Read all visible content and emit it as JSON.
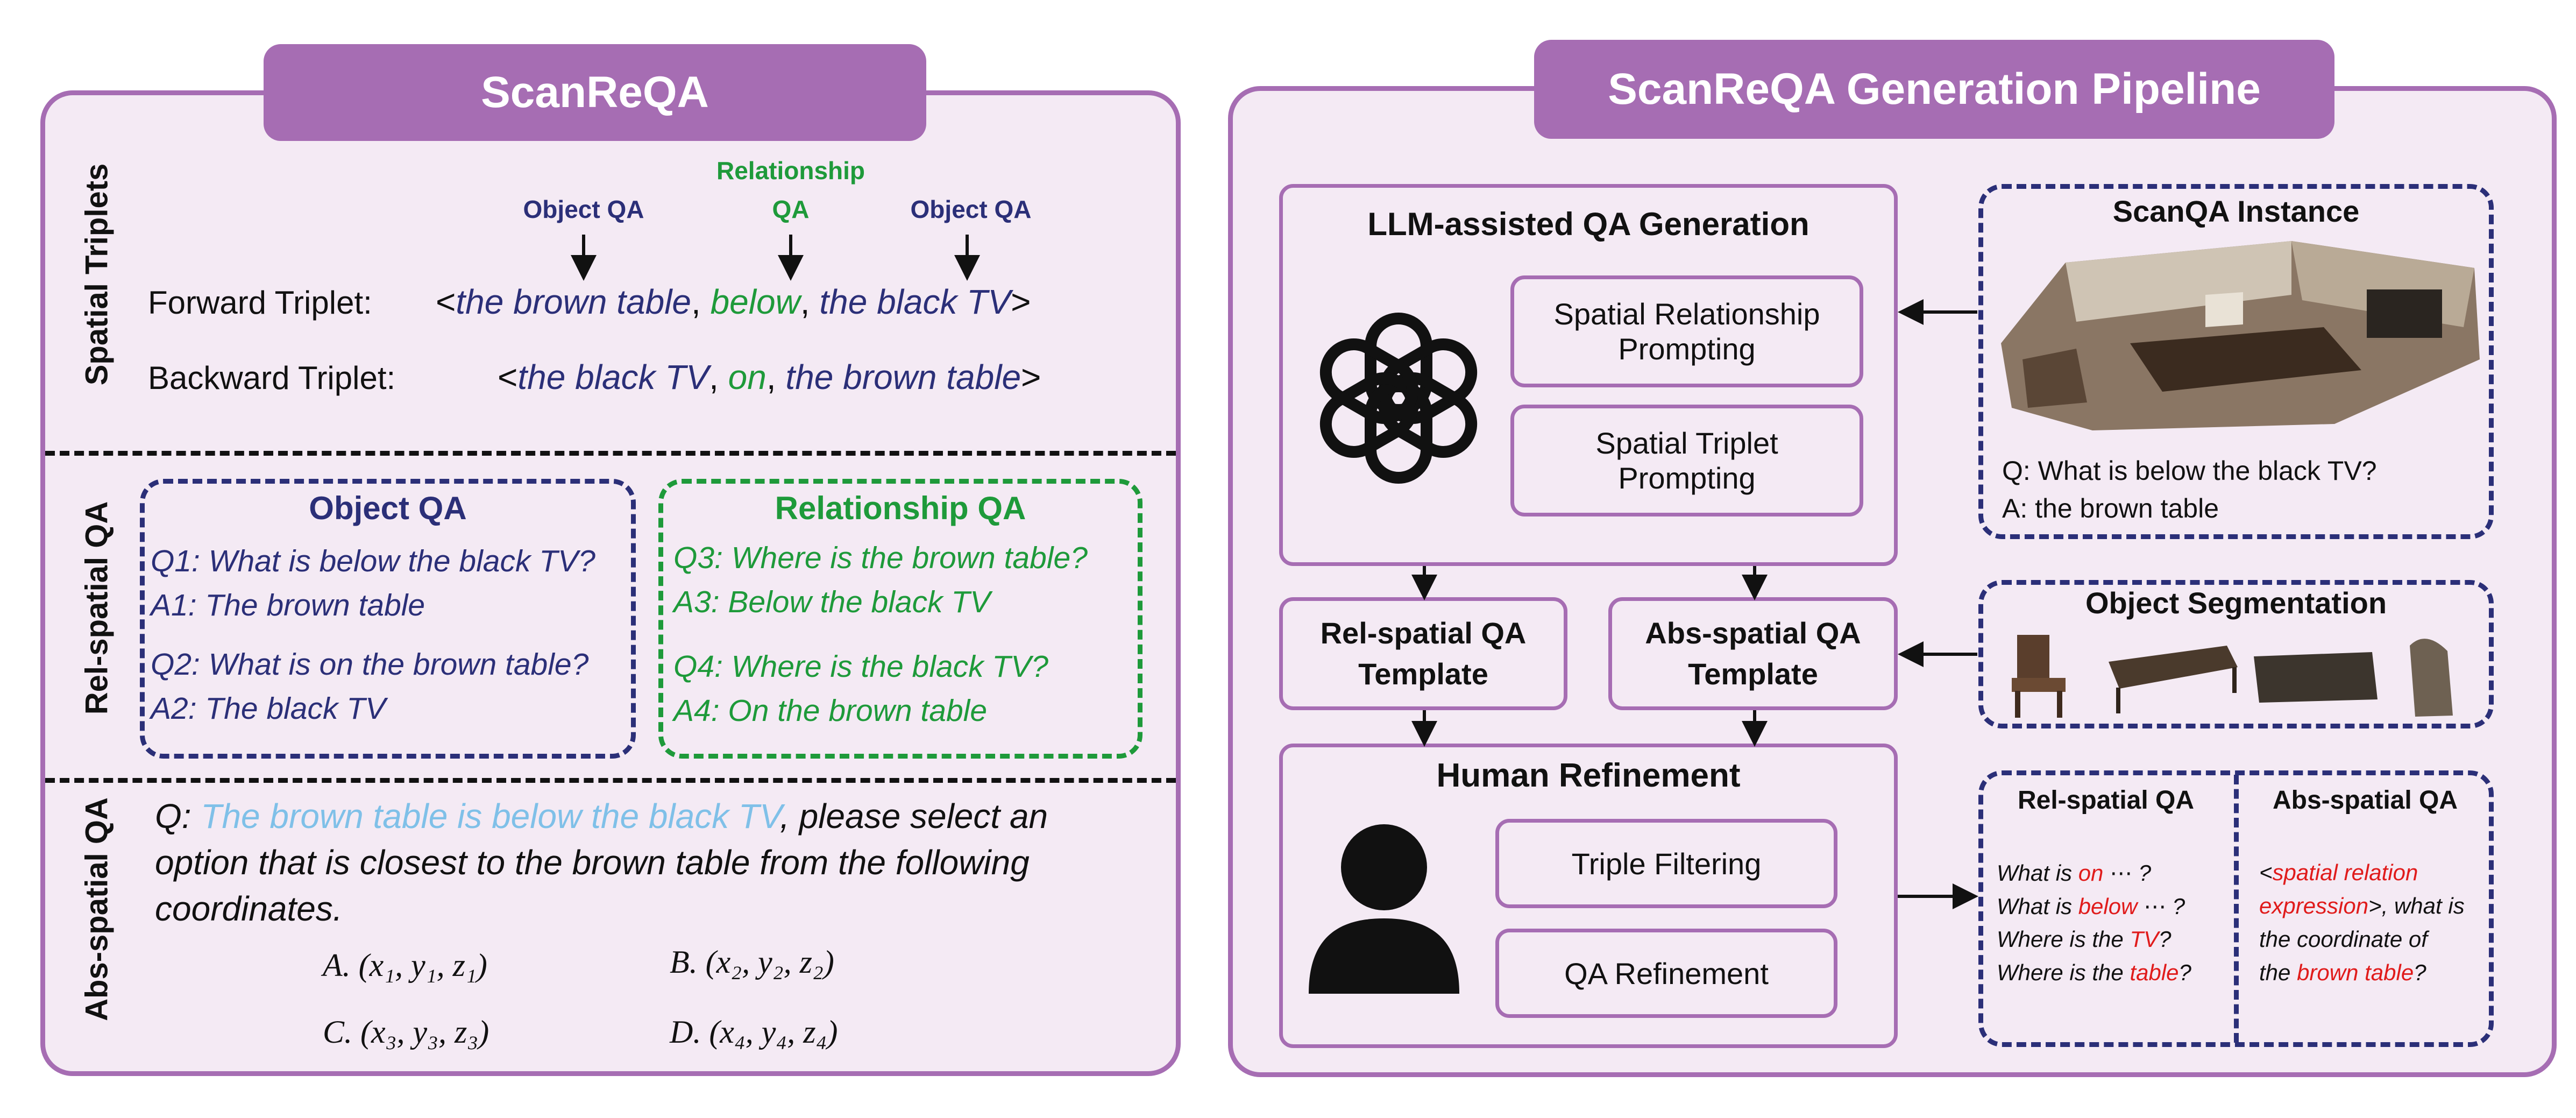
{
  "left_panel": {
    "title": "ScanReQA",
    "sections": {
      "spatial_triplets": "Spatial Triplets",
      "rel_spatial": "Rel-spatial QA",
      "abs_spatial": "Abs-spatial QA"
    },
    "triplets": {
      "object_qa_label": "Object QA",
      "relationship_qa_label_line1": "Relationship",
      "relationship_qa_label_line2": "QA",
      "forward_label": "Forward Triplet:",
      "forward_open": "<",
      "forward_subject": "the brown table",
      "forward_relation": "below",
      "forward_object": "the black TV",
      "forward_close": ">",
      "backward_label": "Backward Triplet:",
      "backward_subject": "the black TV",
      "backward_relation": "on",
      "backward_object": "the brown table",
      "comma": ","
    },
    "object_qa": {
      "title": "Object QA",
      "lines": [
        "Q1: What is below the black TV?",
        "A1: The brown table",
        "Q2: What is on the brown table?",
        "A2: The black TV"
      ]
    },
    "relationship_qa": {
      "title": "Relationship QA",
      "lines": [
        "Q3: Where is the brown table?",
        "A3: Below the black TV",
        "Q4: Where is the black TV?",
        "A4: On the brown table"
      ]
    },
    "abs_question": {
      "prefix": "Q: ",
      "highlight": "The brown table is below the black TV",
      "line1_rest": ", please select an",
      "line2": "option that is closest to the brown table from the following",
      "line3": "coordinates."
    },
    "options": {
      "a": "A. (x₁, y₁, z₁)",
      "b": "B. (x₂, y₂, z₂)",
      "c": "C. (x₃, y₃, z₃)",
      "d": "D. (x₄, y₄, z₄)"
    }
  },
  "right_panel": {
    "title": "ScanReQA Generation Pipeline",
    "llm_box": {
      "title": "LLM-assisted QA Generation",
      "prompt1": "Spatial Relationship Prompting",
      "prompt2": "Spatial Triplet Prompting"
    },
    "rel_template": "Rel-spatial QA Template",
    "abs_template": "Abs-spatial QA Template",
    "human_box": {
      "title": "Human Refinement",
      "step1": "Triple Filtering",
      "step2": "QA Refinement"
    },
    "scanqa": {
      "title": "ScanQA Instance",
      "q": "Q: What is below the black TV?",
      "a": "A: the brown table"
    },
    "segmentation": {
      "title": "Object Segmentation"
    },
    "templates_out": {
      "rel_title": "Rel-spatial QA",
      "abs_title": "Abs-spatial QA",
      "rel_lines": [
        {
          "pre": "What is ",
          "hl": "on",
          "post": " ⋯ ?"
        },
        {
          "pre": "What is ",
          "hl": "below",
          "post": " ⋯ ?"
        },
        {
          "pre": "Where is the ",
          "hl": "TV",
          "post": "?"
        },
        {
          "pre": "Where is the ",
          "hl": "table",
          "post": "?"
        }
      ],
      "abs_lines": {
        "l1_pre": "<",
        "l1_hl": "spatial relation",
        "l2_hl": "expression",
        "l2_post": ">, what is",
        "l3": "the coordinate of",
        "l4_pre": "the ",
        "l4_hl": "brown table",
        "l4_post": "?"
      }
    }
  },
  "colors": {
    "panel_border": "#a66db3",
    "panel_fill": "#f4eaf4",
    "navy": "#2b2f78",
    "green": "#1e9a3a",
    "light_blue": "#7fc0e8",
    "red": "#e01b1b"
  },
  "icons": [
    "openai-logo-icon",
    "person-icon"
  ]
}
